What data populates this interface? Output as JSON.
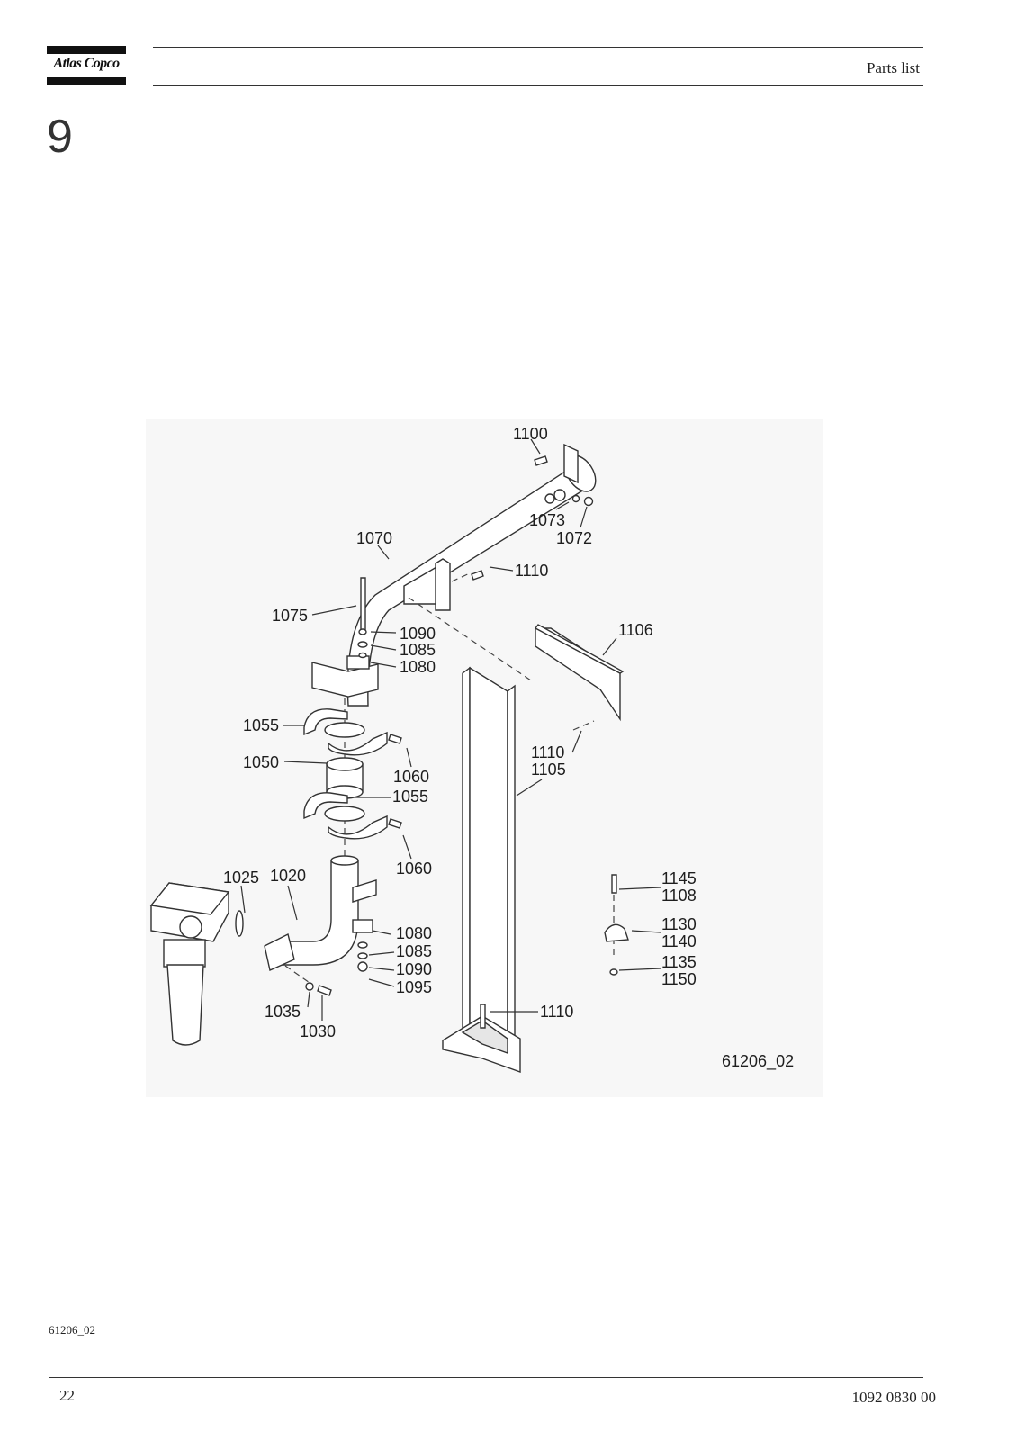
{
  "header": {
    "logo_text": "Atlas Copco",
    "title": "Parts list"
  },
  "chapter_number": "9",
  "figure": {
    "id_label": "61206_02",
    "callouts": [
      {
        "key": "c1100",
        "text": "1100"
      },
      {
        "key": "c1073",
        "text": "1073"
      },
      {
        "key": "c1072",
        "text": "1072"
      },
      {
        "key": "c1070",
        "text": "1070"
      },
      {
        "key": "c1110a",
        "text": "1110"
      },
      {
        "key": "c1075",
        "text": "1075"
      },
      {
        "key": "c1090a",
        "text": "1090"
      },
      {
        "key": "c1085a",
        "text": "1085"
      },
      {
        "key": "c1080a",
        "text": "1080"
      },
      {
        "key": "c1106",
        "text": "1106"
      },
      {
        "key": "c1055a",
        "text": "1055"
      },
      {
        "key": "c1110b",
        "text": "1110"
      },
      {
        "key": "c1105",
        "text": "1105"
      },
      {
        "key": "c1050",
        "text": "1050"
      },
      {
        "key": "c1060a",
        "text": "1060"
      },
      {
        "key": "c1055b",
        "text": "1055"
      },
      {
        "key": "c1060b",
        "text": "1060"
      },
      {
        "key": "c1025",
        "text": "1025"
      },
      {
        "key": "c1020",
        "text": "1020"
      },
      {
        "key": "c1145",
        "text": "1145"
      },
      {
        "key": "c1108",
        "text": "1108"
      },
      {
        "key": "c1130",
        "text": "1130"
      },
      {
        "key": "c1140",
        "text": "1140"
      },
      {
        "key": "c1080b",
        "text": "1080"
      },
      {
        "key": "c1085b",
        "text": "1085"
      },
      {
        "key": "c1090b",
        "text": "1090"
      },
      {
        "key": "c1095",
        "text": "1095"
      },
      {
        "key": "c1135",
        "text": "1135"
      },
      {
        "key": "c1150",
        "text": "1150"
      },
      {
        "key": "c1035",
        "text": "1035"
      },
      {
        "key": "c1030",
        "text": "1030"
      },
      {
        "key": "c1110c",
        "text": "1110"
      }
    ]
  },
  "footer": {
    "figure_ref": "61206_02",
    "page_number": "22",
    "document_number": "1092 0830 00"
  }
}
